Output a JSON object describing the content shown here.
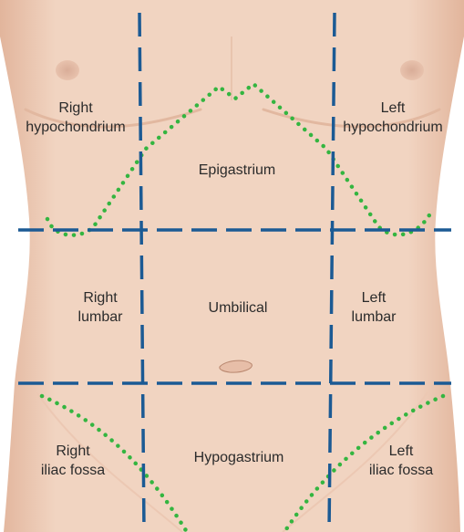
{
  "diagram": {
    "colors": {
      "skin": "#f1d4c1",
      "skin_shadow": "#e3b9a2",
      "region_line": "#1b5a94",
      "rib_line": "#34b540",
      "label_text": "#2b2b2b"
    },
    "regions": {
      "right_hypochondrium": {
        "line1": "Right",
        "line2": "hypochondrium"
      },
      "epigastrium": {
        "line1": "Epigastrium"
      },
      "left_hypochondrium": {
        "line1": "Left",
        "line2": "hypochondrium"
      },
      "right_lumbar": {
        "line1": "Right",
        "line2": "lumbar"
      },
      "umbilical": {
        "line1": "Umbilical"
      },
      "left_lumbar": {
        "line1": "Left",
        "line2": "lumbar"
      },
      "right_iliac_fossa": {
        "line1": "Right",
        "line2": "iliac fossa"
      },
      "hypogastrium": {
        "line1": "Hypogastrium"
      },
      "left_iliac_fossa": {
        "line1": "Left",
        "line2": "iliac fossa"
      }
    }
  }
}
